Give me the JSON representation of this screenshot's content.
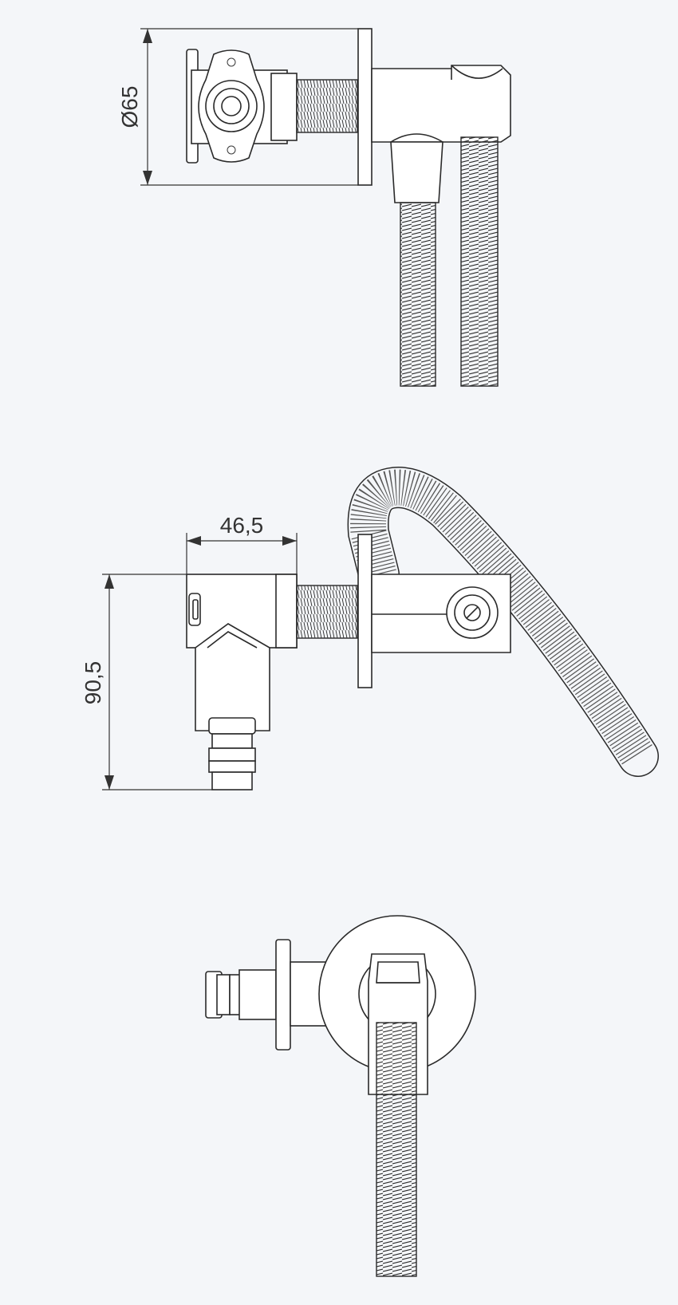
{
  "dimensions": {
    "diameter_label": "Ø65",
    "width_label": "46,5",
    "height_label": "90,5"
  },
  "views": [
    "top-view",
    "side-view",
    "front-view"
  ],
  "colors": {
    "background": "#f4f6f9",
    "line": "#2a2a2a"
  }
}
